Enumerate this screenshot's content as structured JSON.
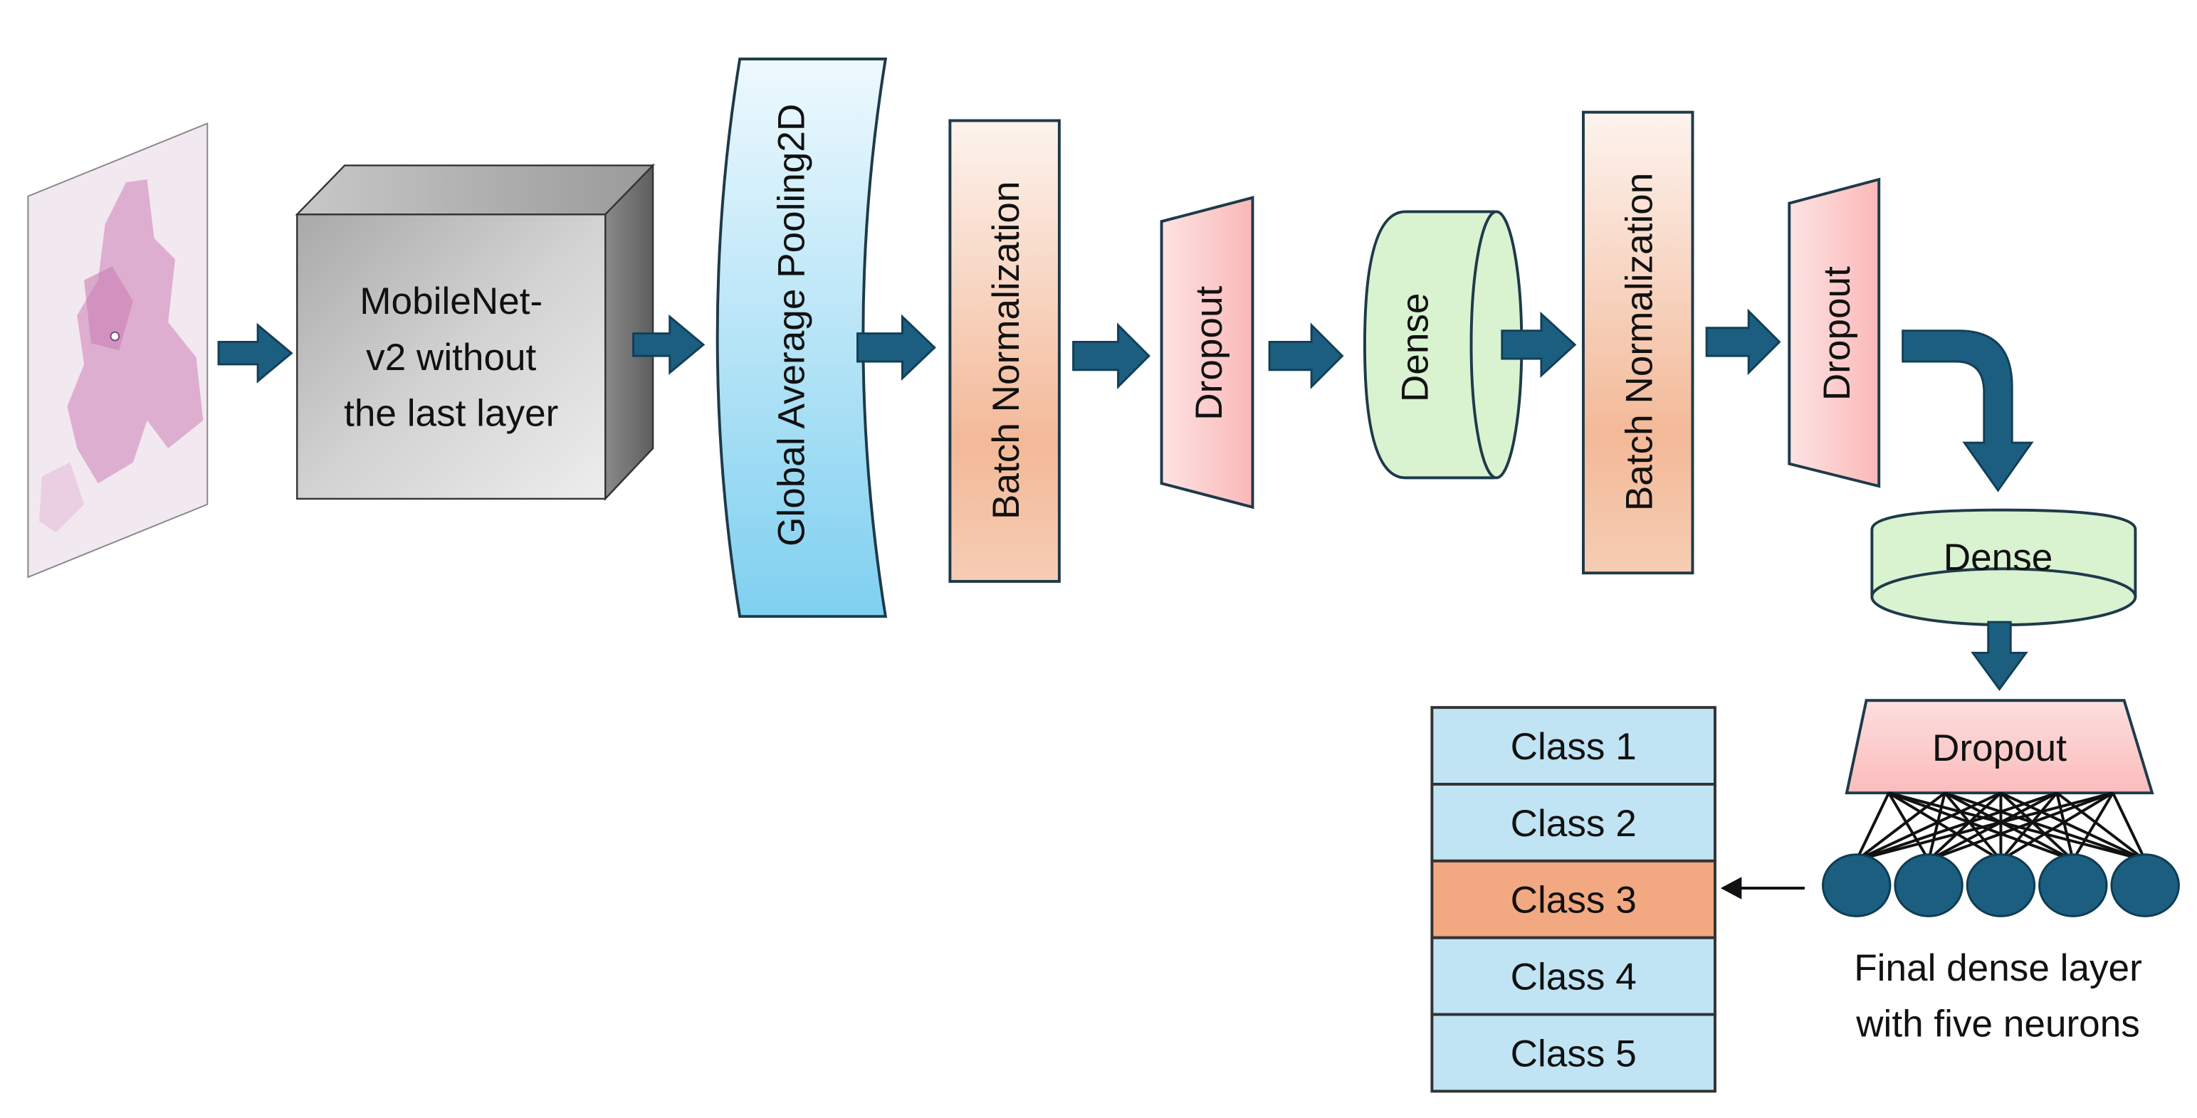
{
  "title": "MobileNet-v2 based classification pipeline",
  "input": {
    "description": "histopathology slide image"
  },
  "layers": [
    {
      "id": "backbone",
      "type": "MobileNet",
      "label_lines": [
        "MobileNet-",
        "v2 without",
        "the last layer"
      ],
      "color": "#c9c9c9"
    },
    {
      "id": "gap",
      "type": "GlobalAveragePooling2D",
      "label": "Global Average Pooling2D",
      "color": "#8fd6f2"
    },
    {
      "id": "bn1",
      "type": "BatchNormalization",
      "label": "Batch Normalization",
      "color": "#f5c3a4"
    },
    {
      "id": "dropout1",
      "type": "Dropout",
      "label": "Dropout",
      "color": "#fcc4c4"
    },
    {
      "id": "dense1",
      "type": "Dense",
      "label": "Dense",
      "color": "#d9f2d0"
    },
    {
      "id": "bn2",
      "type": "BatchNormalization",
      "label": "Batch Normalization",
      "color": "#f5c3a4"
    },
    {
      "id": "dropout2",
      "type": "Dropout",
      "label": "Dropout",
      "color": "#fcc4c4"
    },
    {
      "id": "dense2",
      "type": "Dense",
      "label": "Dense",
      "color": "#d9f2d0"
    },
    {
      "id": "dropout3",
      "type": "Dropout",
      "label": "Dropout",
      "color": "#fcc4c4"
    }
  ],
  "final_layer": {
    "neurons": 5,
    "caption_lines": [
      "Final dense layer",
      "with five neurons"
    ],
    "neuron_color": "#1b5e80"
  },
  "classes": {
    "items": [
      "Class 1",
      "Class 2",
      "Class 3",
      "Class 4",
      "Class 5"
    ],
    "highlighted_index": 2,
    "color": "#c0e4f4",
    "highlight_color": "#f2a982"
  },
  "colors": {
    "arrow": "#1b5e80"
  }
}
